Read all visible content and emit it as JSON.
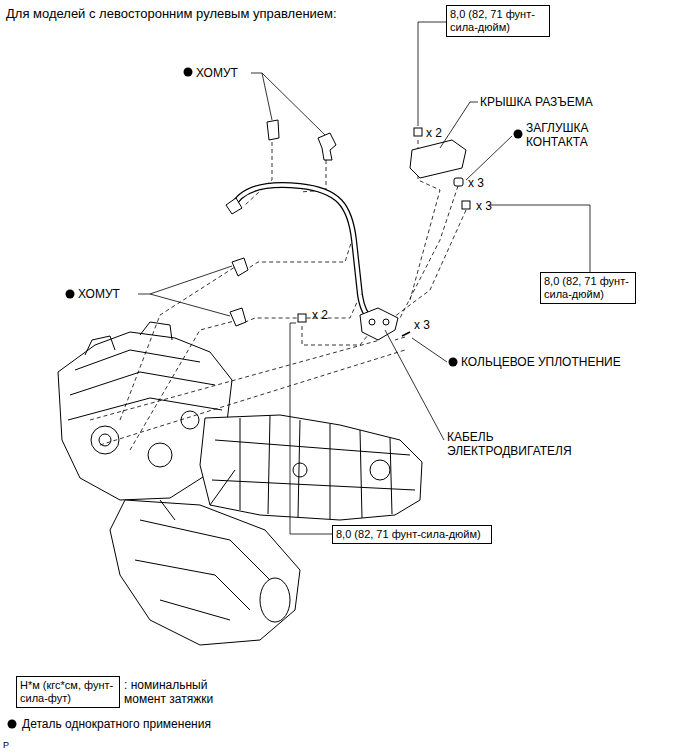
{
  "diagram": {
    "title": "Для моделей с левосторонним рулевым управлением:",
    "nodes": [
      {
        "text": [
          "8,0 (82, 71 фунт-сила-дюйм)"
        ]
      },
      {
        "text": [
          "8,0 (82, 71 фунт-сила-дюйм)"
        ]
      },
      {
        "text": [
          "8,0 (82, 71 фунт-сила-дюйм)"
        ]
      },
      {
        "text": [
          "Н*м (кгс*см, фунт-сила-фут)"
        ]
      }
    ],
    "labels": [
      "ХОМУТ",
      "x 2",
      "КРЫШКА РАЗЪЕМА",
      "ЗАГЛУШКА КОНТАКТА",
      "x 3",
      "x 3",
      "ХОМУТ",
      "x 2",
      "x 3",
      "КОЛЬЦЕВОЕ УПЛОТНЕНИЕ",
      "КАБЕЛЬ ЭЛЕКТРОДВИГАТЕЛЯ",
      "P"
    ],
    "legend": [
      {
        "text": ": номинальный момент затяжки"
      },
      {
        "text": "Деталь однократного применения"
      }
    ]
  }
}
